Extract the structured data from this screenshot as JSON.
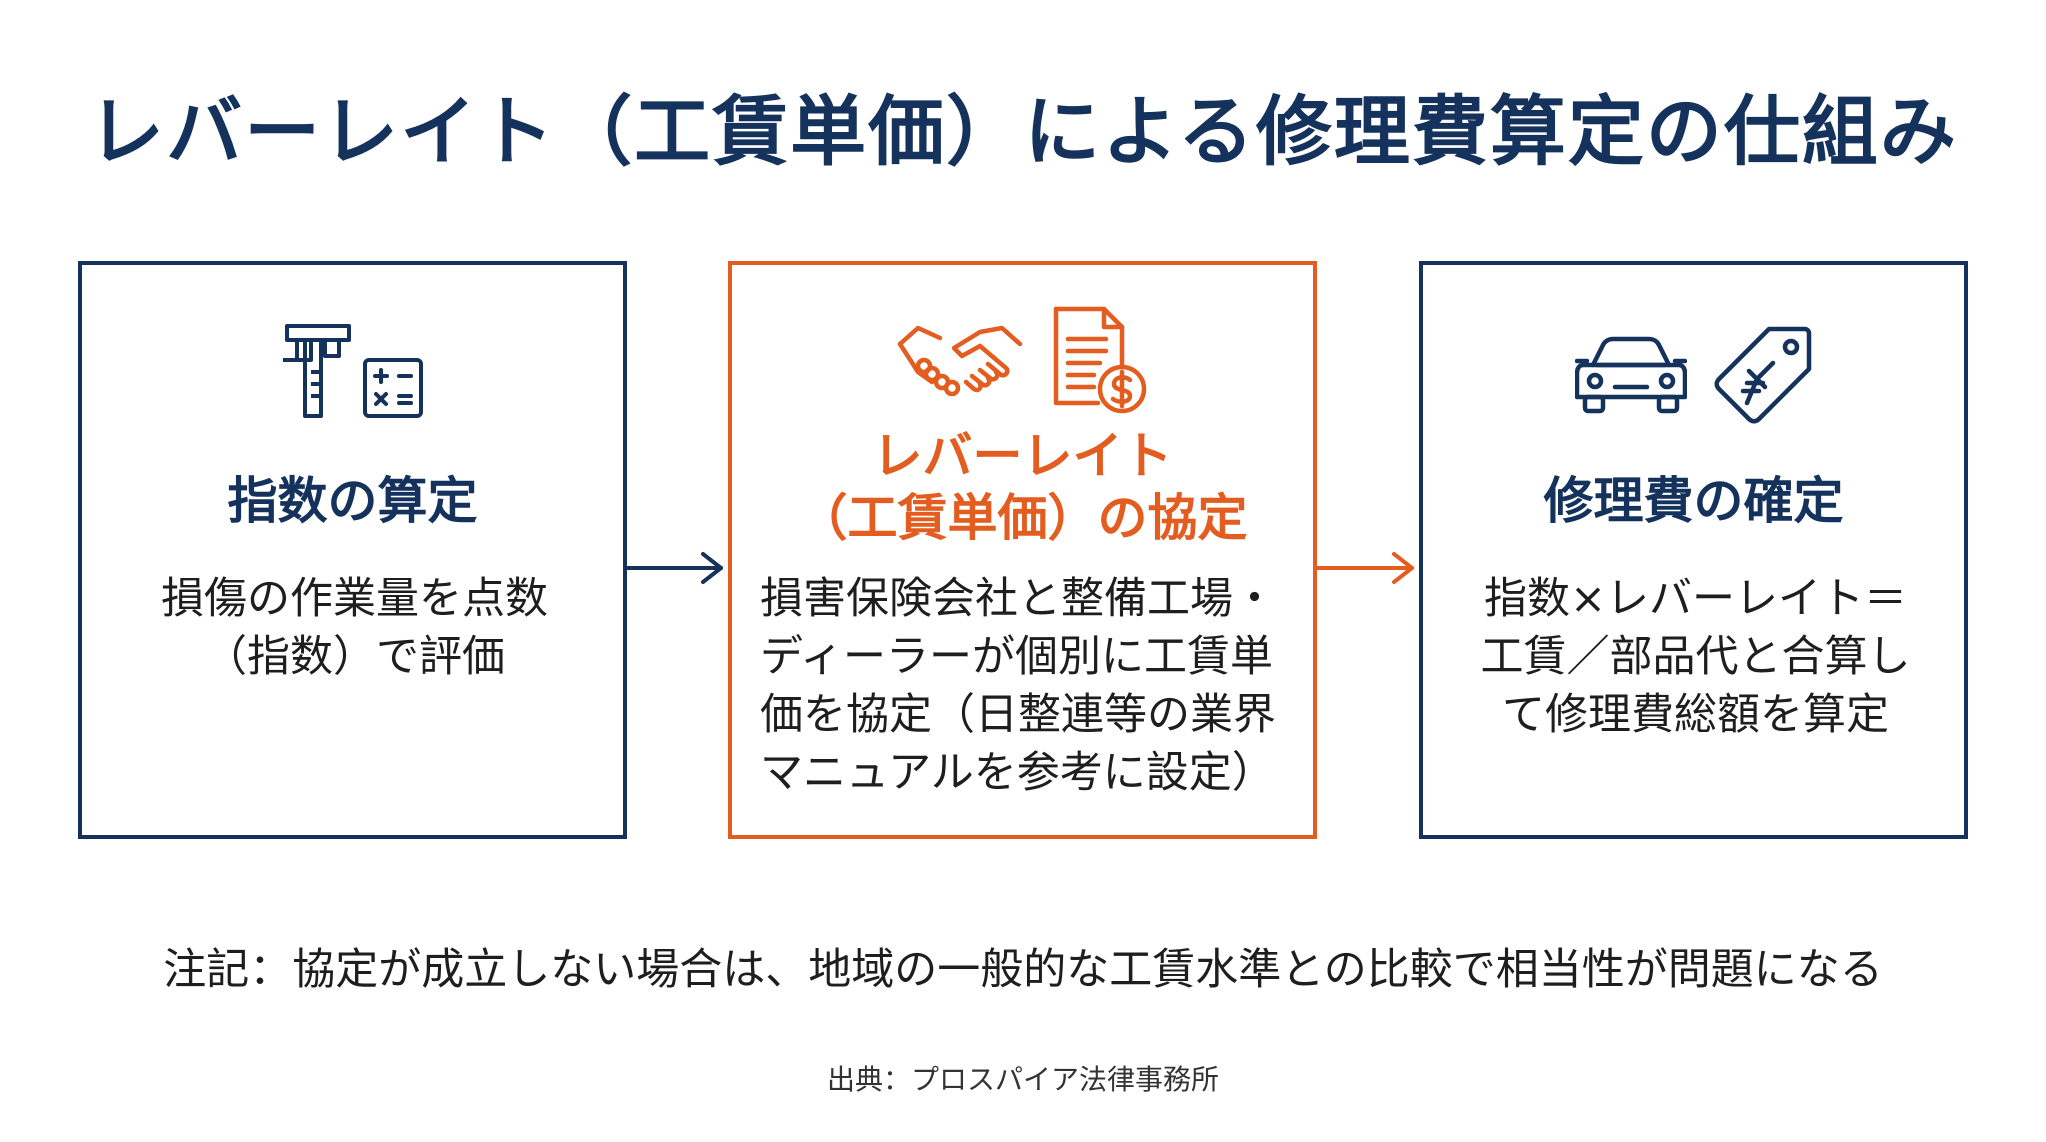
{
  "title": "レバーレイト（工賃単価）による修理費算定の仕組み",
  "colors": {
    "navy": "#14325c",
    "orange": "#e25d1f",
    "text": "#1e1e1e"
  },
  "steps": [
    {
      "icons": [
        "caliper-icon",
        "calculator-icon"
      ],
      "title": "指数の算定",
      "lines": [
        "損傷の作業量を点数",
        "（指数）で評価"
      ]
    },
    {
      "icons": [
        "handshake-icon",
        "invoice-dollar-icon"
      ],
      "title_lines": [
        "レバーレイト",
        "（工賃単価）の協定"
      ],
      "lines": [
        "損害保険会社と整備工場・",
        "ディーラーが個別に工賃単",
        "価を協定（日整連等の業界",
        "マニュアルを参考に設定）"
      ]
    },
    {
      "icons": [
        "car-icon",
        "yen-price-tag-icon"
      ],
      "title": "修理費の確定",
      "lines": [
        "指数×レバーレイト＝",
        "工賃／部品代と合算し",
        "て修理費総額を算定"
      ]
    }
  ],
  "note": "注記：協定が成立しない場合は、地域の一般的な工賃水準との比較で相当性が問題になる",
  "source": "出典：プロスパイア法律事務所"
}
